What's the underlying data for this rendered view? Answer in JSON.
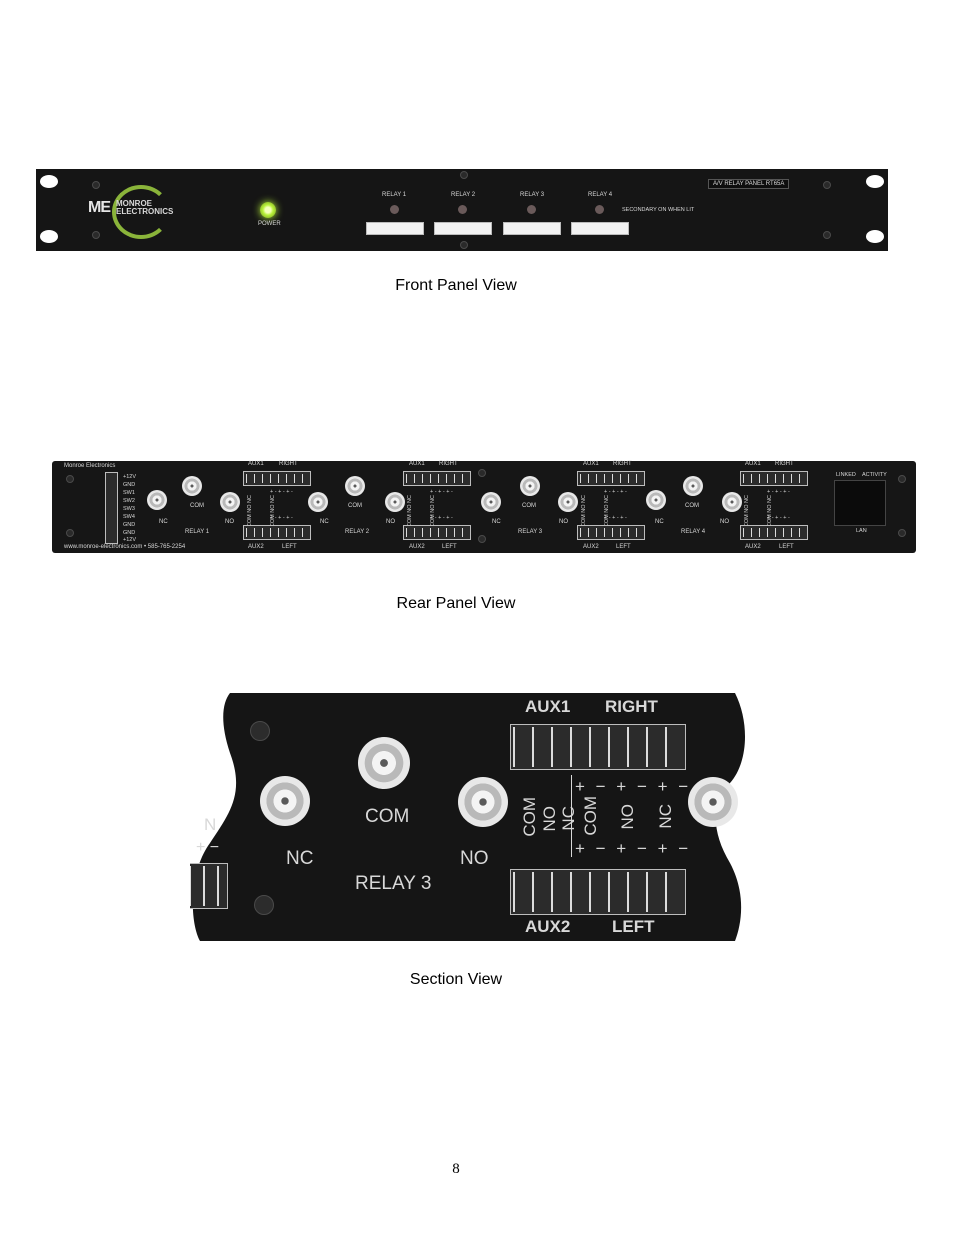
{
  "captions": {
    "front": "Front Panel View",
    "rear": "Rear Panel View",
    "section": "Section View"
  },
  "page_number": "8",
  "front_panel": {
    "logo_mark": "ME",
    "logo_name_line1": "MONROE",
    "logo_name_line2": "ELECTRONICS",
    "power_label": "POWER",
    "relays": [
      "RELAY 1",
      "RELAY 2",
      "RELAY 3",
      "RELAY 4"
    ],
    "model_label": "A/V RELAY PANEL RT65A",
    "secondary_label": "SECONDARY ON WHEN LIT",
    "power_led_color": "#c8ff4a"
  },
  "rear_panel": {
    "brand": "Monroe Electronics",
    "website": "www.monroe-electronics.com • 585-765-2254",
    "power_pins": [
      "+12V",
      "GND",
      "SW1",
      "SW2",
      "SW3",
      "SW4",
      "GND",
      "GND",
      "+12V"
    ],
    "aux_top": "AUX1",
    "right": "RIGHT",
    "aux_bottom": "AUX2",
    "left": "LEFT",
    "nc": "NC",
    "com": "COM",
    "no": "NO",
    "relays": [
      "RELAY 1",
      "RELAY 2",
      "RELAY 3",
      "RELAY 4"
    ],
    "linked": "LINKED",
    "activity": "ACTIVITY",
    "lan": "LAN",
    "sign_top": "+ - + - + -",
    "sign_bottom": "+ - + - + -"
  },
  "section_view": {
    "aux_top": "AUX1",
    "right": "RIGHT",
    "aux_bottom": "AUX2",
    "left": "LEFT",
    "com": "COM",
    "nc": "NC",
    "no": "NO",
    "relay": "RELAY 3",
    "vert_labels": [
      "COM",
      "NO",
      "NC",
      "COM",
      "NO",
      "NC"
    ],
    "sign_top": "+ − + − + −",
    "sign_bottom": "+ − + − + −",
    "edge_label": "N",
    "edge_signs": "+ −"
  }
}
